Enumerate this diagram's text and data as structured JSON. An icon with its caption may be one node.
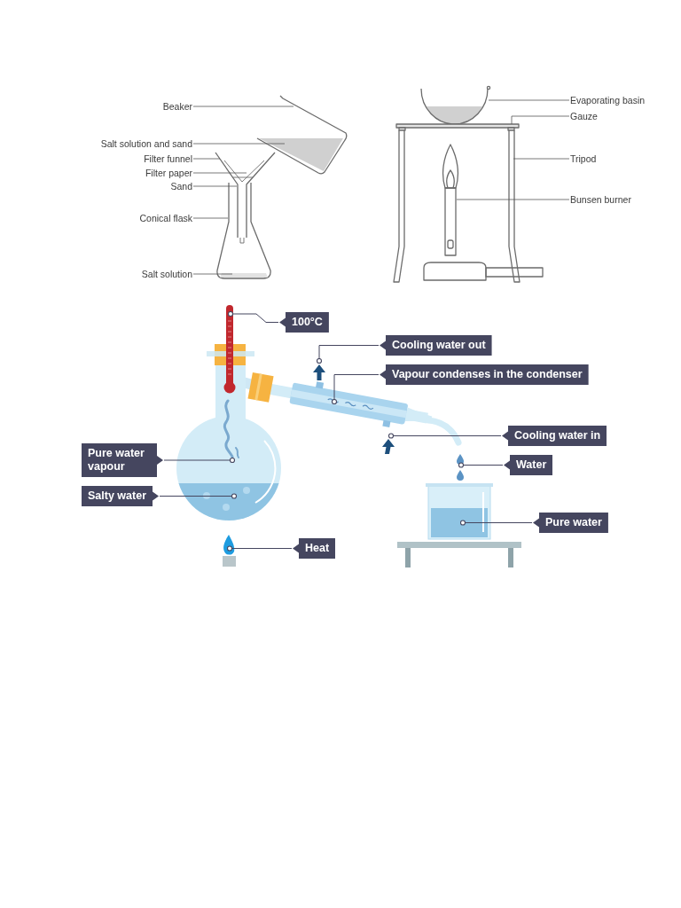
{
  "diagram": {
    "nodes": [
      {
        "text": [
          "Beaker"
        ]
      },
      {
        "text": [
          "Salt solution and sand"
        ]
      },
      {
        "text": [
          "Filter funnel"
        ]
      },
      {
        "text": [
          "Filter paper"
        ]
      },
      {
        "text": [
          "Sand"
        ]
      },
      {
        "text": [
          "Conical flask"
        ]
      },
      {
        "text": [
          "Salt solution"
        ]
      },
      {
        "text": [
          "Evaporating basin"
        ]
      },
      {
        "text": [
          "Gauze"
        ]
      },
      {
        "text": [
          "Tripod"
        ]
      },
      {
        "text": [
          "Bunsen burner"
        ]
      },
      {
        "text": [
          "100°C"
        ]
      },
      {
        "text": [
          "Cooling water out"
        ]
      },
      {
        "text": [
          "Vapour condenses in the condenser"
        ]
      },
      {
        "text": [
          "Cooling water in"
        ]
      },
      {
        "text": [
          "Pure water vapour"
        ]
      },
      {
        "text": [
          "Water"
        ]
      },
      {
        "text": [
          "Salty water"
        ]
      },
      {
        "text": [
          "Pure water"
        ]
      },
      {
        "text": [
          "Heat"
        ]
      }
    ],
    "edges": [
      {
        "from": 0,
        "to": null,
        "arrow": "none"
      },
      {
        "from": 1,
        "to": null,
        "arrow": "none"
      },
      {
        "from": 2,
        "to": null,
        "arrow": "none"
      },
      {
        "from": 3,
        "to": null,
        "arrow": "none"
      },
      {
        "from": 4,
        "to": null,
        "arrow": "none"
      },
      {
        "from": 5,
        "to": null,
        "arrow": "none"
      },
      {
        "from": 6,
        "to": null,
        "arrow": "none"
      },
      {
        "from": 7,
        "to": null,
        "arrow": "none"
      },
      {
        "from": 8,
        "to": null,
        "arrow": "none"
      },
      {
        "from": 9,
        "to": null,
        "arrow": "none"
      },
      {
        "from": 10,
        "to": null,
        "arrow": "none"
      },
      {
        "from": 11,
        "to": null,
        "arrow": "other"
      },
      {
        "from": 12,
        "to": null,
        "arrow": "other"
      },
      {
        "from": 13,
        "to": null,
        "arrow": "other"
      },
      {
        "from": 14,
        "to": null,
        "arrow": "other"
      },
      {
        "from": 15,
        "to": null,
        "arrow": "other"
      },
      {
        "from": 16,
        "to": null,
        "arrow": "other"
      },
      {
        "from": 17,
        "to": null,
        "arrow": "other"
      },
      {
        "from": 18,
        "to": null,
        "arrow": "other"
      },
      {
        "from": 19,
        "to": null,
        "arrow": "other"
      }
    ]
  }
}
